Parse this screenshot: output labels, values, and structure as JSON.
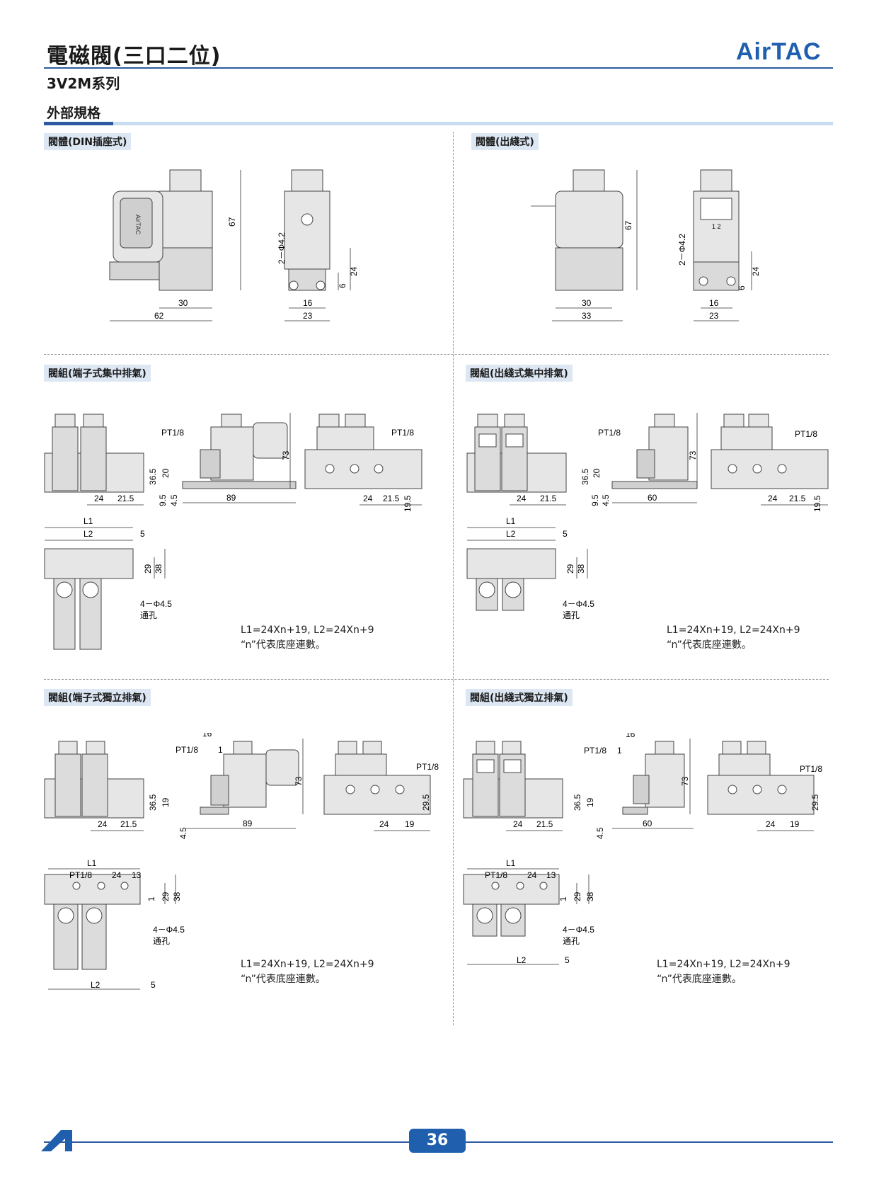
{
  "header": {
    "title": "電磁閥(三口二位)",
    "subtitle": "3V2M系列",
    "brand": "AirTAC"
  },
  "section_title": "外部規格",
  "panels": {
    "din_body": {
      "title": "閥體(DIN插座式)"
    },
    "wire_body": {
      "title": "閥體(出綫式)"
    },
    "term_central": {
      "title": "閥組(端子式集中排氣)"
    },
    "wire_central": {
      "title": "閥組(出綫式集中排氣)"
    },
    "term_indep": {
      "title": "閥組(端子式獨立排氣)"
    },
    "wire_indep": {
      "title": "閥組(出綫式獨立排氣)"
    }
  },
  "dims": {
    "d67": "67",
    "d30": "30",
    "d62": "62",
    "d33": "33",
    "d42": "2－Φ4.2",
    "d24": "24",
    "d6": "6",
    "d16": "16",
    "d23": "23",
    "pt18": "PT1/8",
    "d365": "36.5",
    "d20": "20",
    "d95": "9.5",
    "d45": "4.5",
    "d89": "89",
    "d60": "60",
    "d73": "73",
    "d215": "21.5",
    "d195": "19.5",
    "dl1": "L1",
    "dl2": "L2",
    "d5": "5",
    "d29": "29",
    "d38": "38",
    "d445": "4－Φ4.5",
    "through": "通孔",
    "d19": "19",
    "d295": "29.5",
    "d13": "13",
    "d1": "1",
    "logo_text": "AirTAC",
    "d12": "1 2"
  },
  "formula": {
    "line1": "L1=24Xn+19,  L2=24Xn+9",
    "line2": "“n”代表底座連數。"
  },
  "footer": {
    "page": "36"
  }
}
